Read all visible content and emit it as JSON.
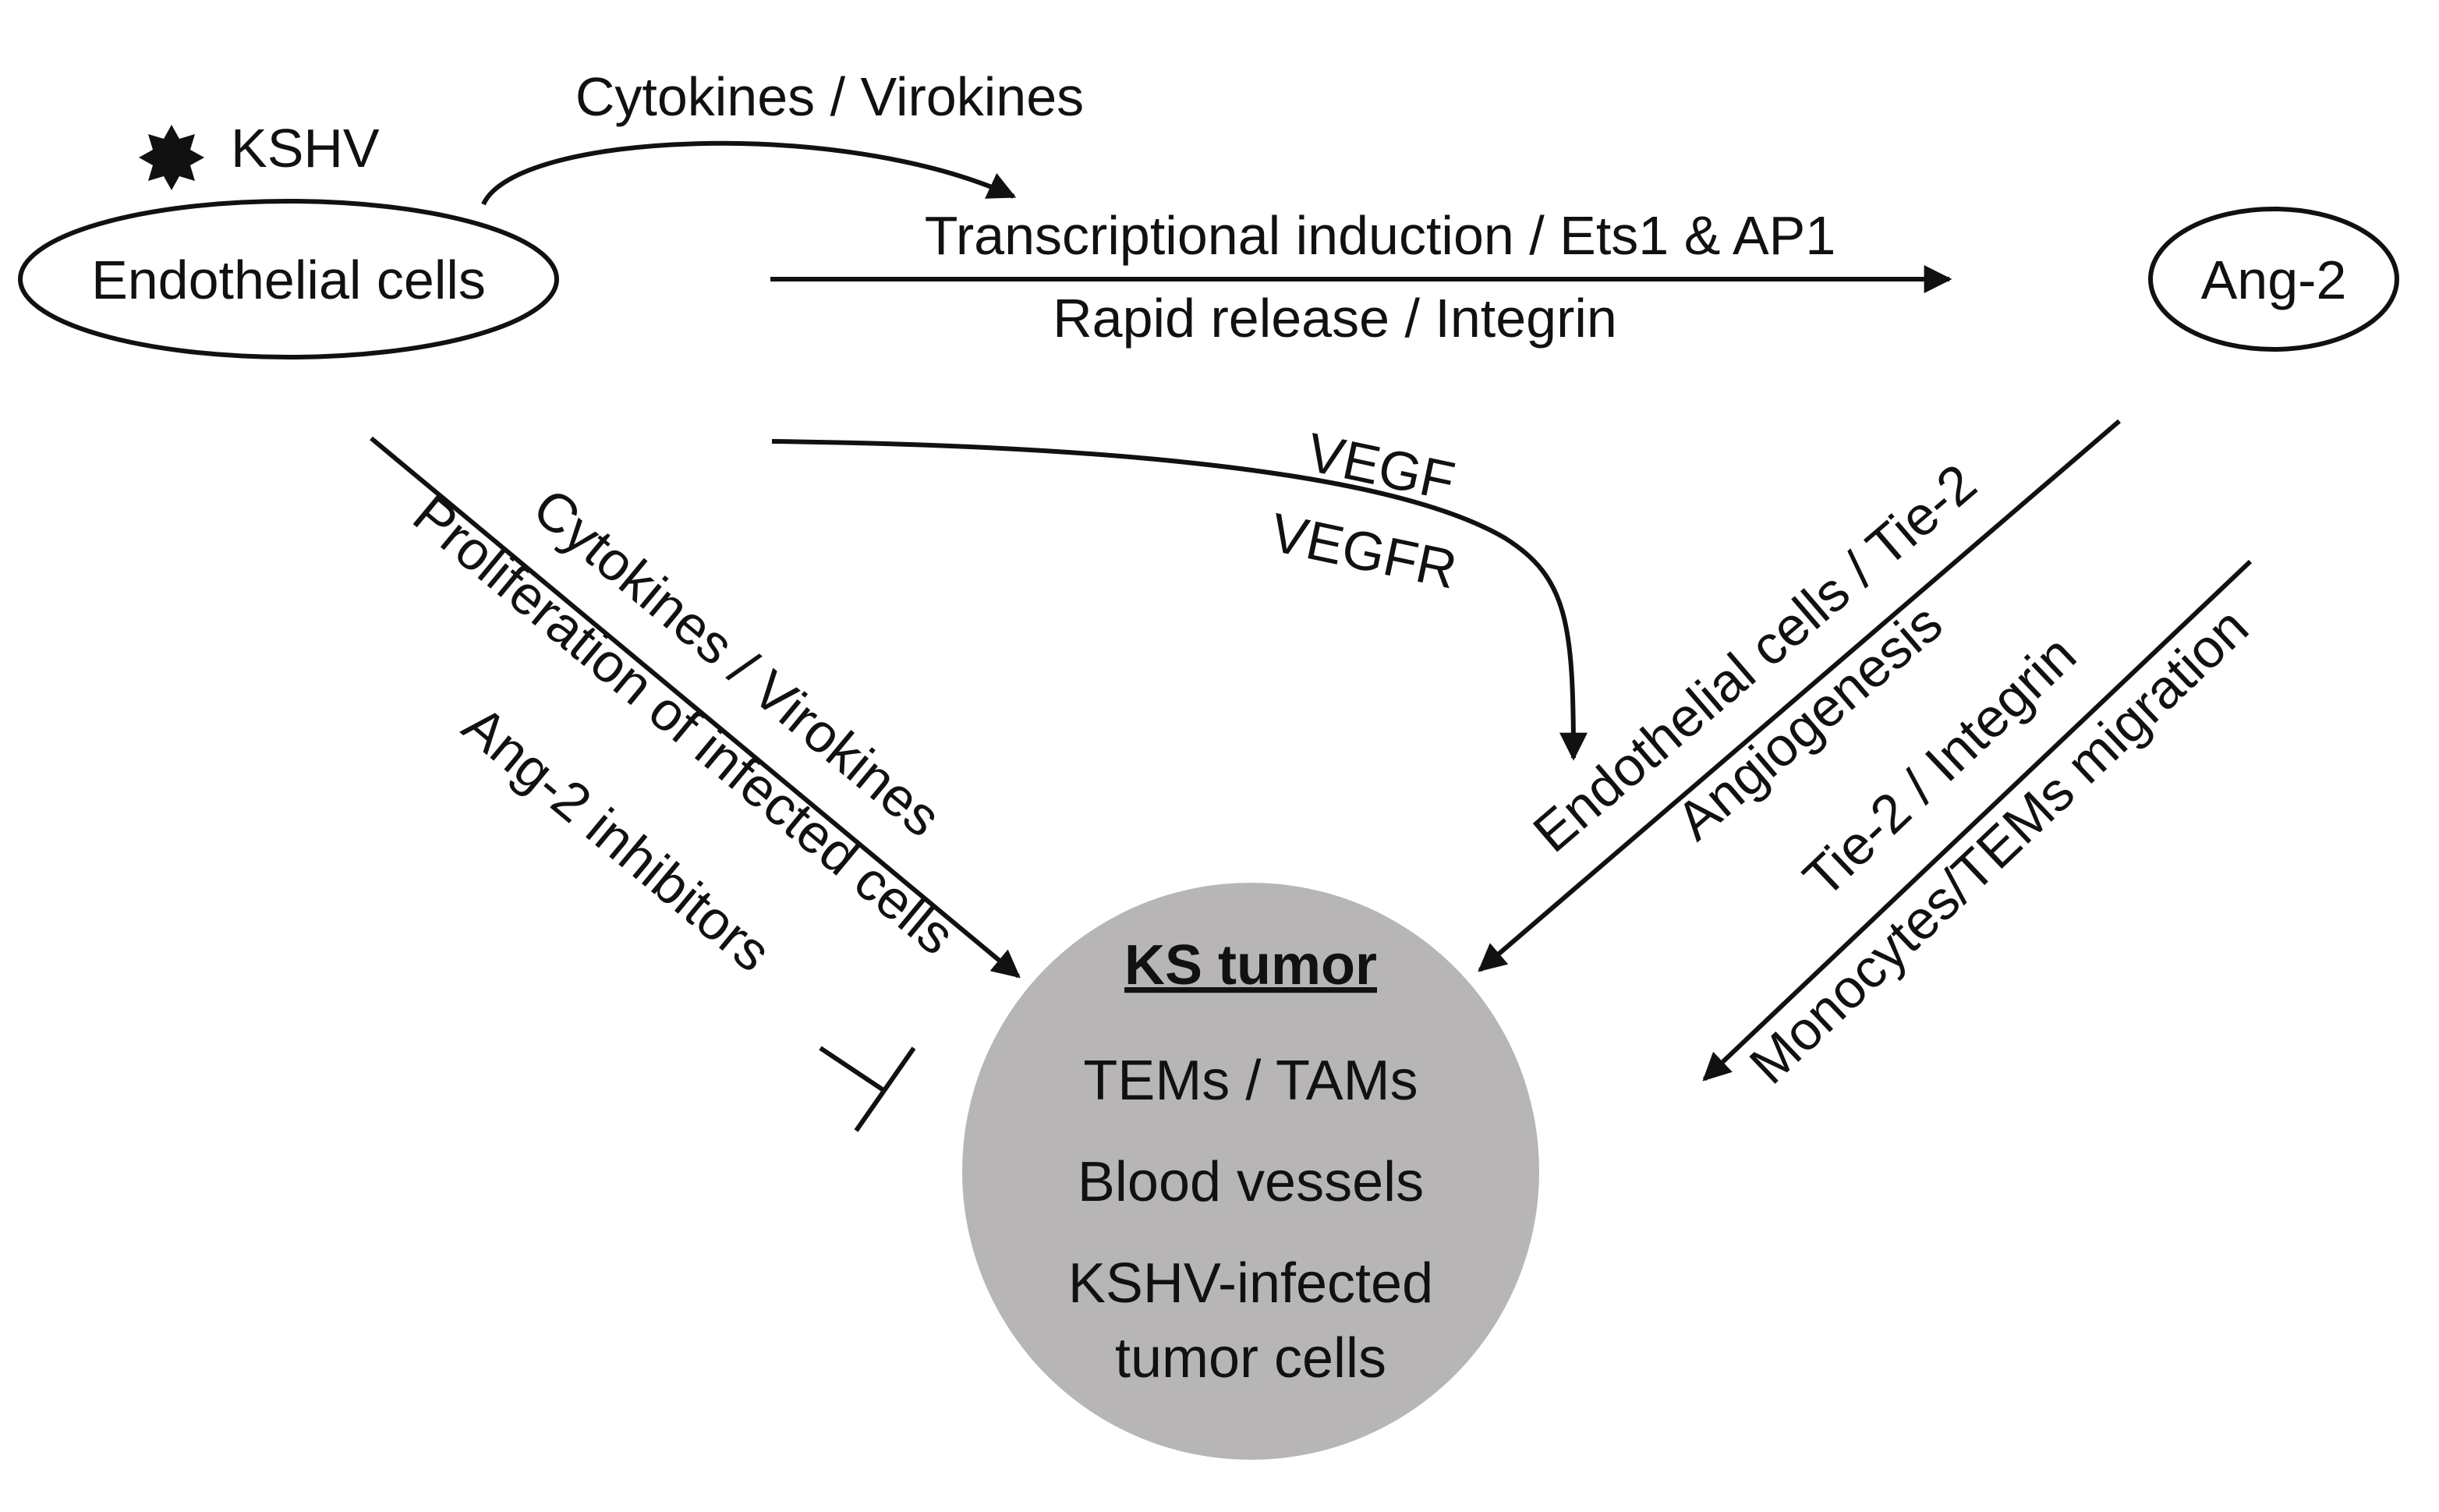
{
  "colors": {
    "ink": "#111111",
    "tumor_fill": "#b7b5b5",
    "background": "#ffffff"
  },
  "nodes": {
    "virus": {
      "label": "KSHV",
      "icon": "star-burst-icon"
    },
    "endothelial": {
      "label": "Endothelial cells"
    },
    "ang2": {
      "label": "Ang-2"
    },
    "tumor": {
      "title": "KS tumor",
      "item1": "TEMs  / TAMs",
      "item2": "Blood vessels",
      "item3_line1": "KSHV-infected",
      "item3_line2": "tumor cells"
    }
  },
  "edges": {
    "curve_top": "Cytokines / Virokines",
    "straight_above": "Transcriptional induction / Ets1 & AP1",
    "straight_below": "Rapid release / Integrin",
    "vegf": "VEGF",
    "vegfr": "VEGFR",
    "left_upper": "Cytokines / Virokines",
    "left_lower": "Proliferation of infected cells",
    "inhibitor": "Ang-2 inhibitors",
    "right1_upper": "Endothelial cells / Tie-2",
    "right1_lower": "Angiogenesis",
    "right2_upper": "Tie-2 / Integrin",
    "right2_lower": "Monocytes/TEMs migration"
  }
}
